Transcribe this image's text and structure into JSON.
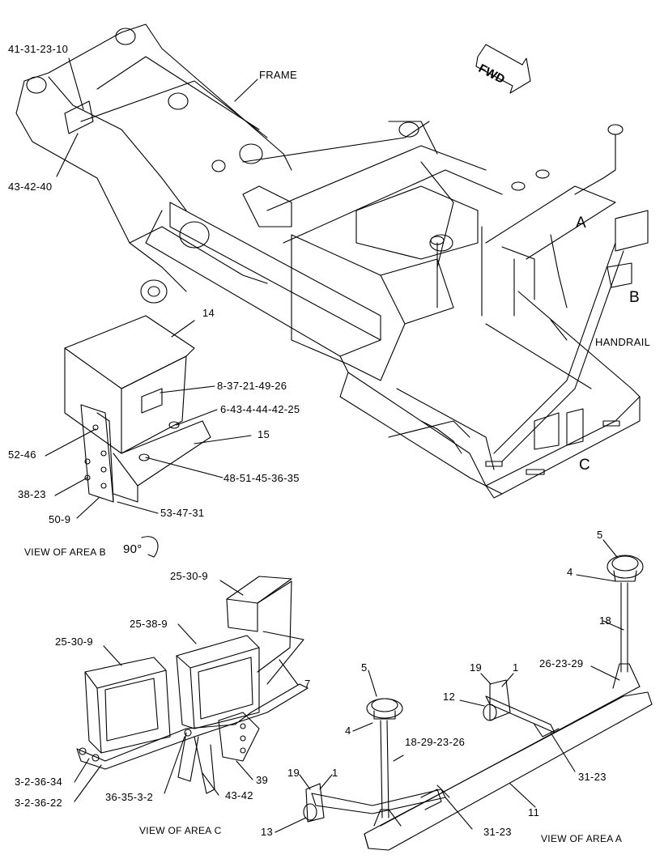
{
  "top": {
    "frame": "FRAME",
    "fwd": "FWD",
    "area_a": "A",
    "area_b": "B",
    "area_c": "C",
    "handrail": "HANDRAIL",
    "p41_31_23_10": "41-31-23-10",
    "p43_42_40": "43-42-40"
  },
  "area_b": {
    "title": "VIEW OF AREA B",
    "rotation": "90°",
    "p14": "14",
    "p8_37": "8-37-21-49-26",
    "p6_43": "6-43-4-44-42-25",
    "p15": "15",
    "p52_46": "52-46",
    "p48_51": "48-51-45-36-35",
    "p38_23": "38-23",
    "p50_9": "50-9",
    "p53_47": "53-47-31"
  },
  "area_c": {
    "title": "VIEW OF AREA C",
    "p25_30_9_top": "25-30-9",
    "p25_38_9": "25-38-9",
    "p25_30_9_left": "25-30-9",
    "p7": "7",
    "p3_2_36_34": "3-2-36-34",
    "p3_2_36_22": "3-2-36-22",
    "p36_35_3_2": "36-35-3-2",
    "p43_42": "43-42",
    "p39": "39"
  },
  "area_a": {
    "title": "VIEW OF AREA  A",
    "p5_top": "5",
    "p4_top": "4",
    "p18": "18",
    "p26_23_29": "26-23-29",
    "p19_right": "19",
    "p1_right": "1",
    "p12": "12",
    "p5_left": "5",
    "p4_left": "4",
    "p18_29": "18-29-23-26",
    "p31_23_right": "31-23",
    "p19_left": "19",
    "p1_left": "1",
    "p11": "11",
    "p13": "13",
    "p31_23_bottom": "31-23"
  }
}
